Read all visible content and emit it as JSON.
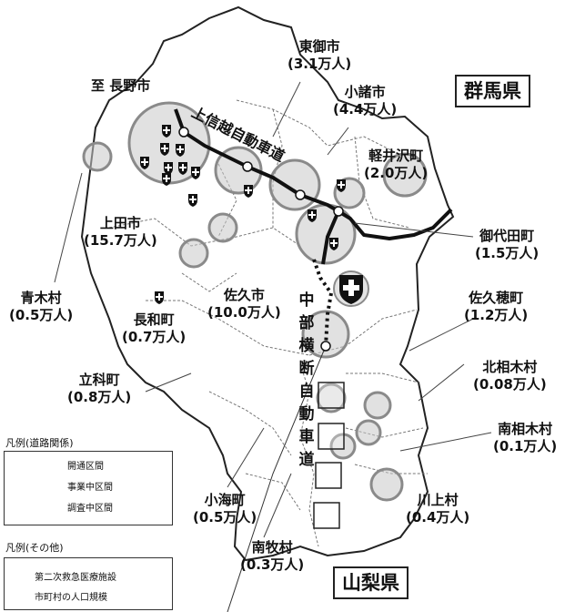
{
  "map": {
    "prefectures": {
      "gunma": "群馬県",
      "yamanashi": "山梨県"
    },
    "direction": "至 長野市",
    "expressways": {
      "joshinetsu": "上信越自動車道",
      "chubu_odan": "中部横断自動車道"
    },
    "municipalities": [
      {
        "key": "tomi",
        "name": "東御市",
        "pop": "(3.1万人)"
      },
      {
        "key": "komoro",
        "name": "小諸市",
        "pop": "(4.4万人)"
      },
      {
        "key": "karuizawa",
        "name": "軽井沢町",
        "pop": "(2.0万人)"
      },
      {
        "key": "miyota",
        "name": "御代田町",
        "pop": "(1.5万人)"
      },
      {
        "key": "ueda",
        "name": "上田市",
        "pop": "(15.7万人)"
      },
      {
        "key": "aoki",
        "name": "青木村",
        "pop": "(0.5万人)"
      },
      {
        "key": "nagawa",
        "name": "長和町",
        "pop": "(0.7万人)"
      },
      {
        "key": "saku",
        "name": "佐久市",
        "pop": "(10.0万人)"
      },
      {
        "key": "sakuho",
        "name": "佐久穂町",
        "pop": "(1.2万人)"
      },
      {
        "key": "tateshina",
        "name": "立科町",
        "pop": "(0.8万人)"
      },
      {
        "key": "kitaaiki",
        "name": "北相木村",
        "pop": "(0.08万人)"
      },
      {
        "key": "minamiaiki",
        "name": "南相木村",
        "pop": "(0.1万人)"
      },
      {
        "key": "koumi",
        "name": "小海町",
        "pop": "(0.5万人)"
      },
      {
        "key": "kawakami",
        "name": "川上村",
        "pop": "(0.4万人)"
      },
      {
        "key": "minamimaki",
        "name": "南牧村",
        "pop": "(0.3万人)"
      }
    ]
  },
  "legend": {
    "road_title": "凡例(道路関係)",
    "road_items": [
      "開通区間",
      "事業中区間",
      "調査中区間"
    ],
    "other_title": "凡例(その他)",
    "other_items": [
      "第二次救急医療施設",
      "市町村の人口規模"
    ]
  },
  "colors": {
    "road": "#111111",
    "circle_fill": "#c9c9c9",
    "circle_stroke": "#8a8a8a",
    "boundary": "#777777"
  },
  "icons": {
    "hospital": "shield-cross-icon"
  }
}
